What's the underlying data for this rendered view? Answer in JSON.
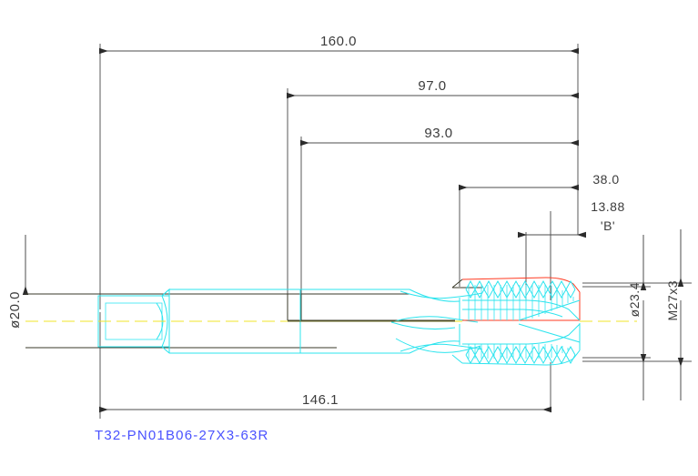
{
  "drawing": {
    "type": "cad-technical-drawing",
    "subject": "machine tap / threading tool",
    "background_color": "#ffffff",
    "part_number": "T32-PN01B06-27X3-63R",
    "part_number_color": "#4a52ff",
    "geometry_colors": {
      "body": "#2ce4ee",
      "chamfer_highlight": "#ff3b22",
      "centerline": "#f2e42a",
      "centerline_shank": "#6b6b25",
      "dimension_lines": "#4d4d4d",
      "dimension_text": "#3c3c3c"
    },
    "dimensions": {
      "overall_length": {
        "label": "160.0",
        "orientation": "horizontal",
        "position": "top"
      },
      "shank_to_tip": {
        "label": "97.0",
        "orientation": "horizontal",
        "position": "top"
      },
      "thread_start_to_tip": {
        "label": "93.0",
        "orientation": "horizontal",
        "position": "top"
      },
      "thread_length": {
        "label": "38.0",
        "orientation": "horizontal",
        "position": "upper-right"
      },
      "chamfer_lead": {
        "label": "13.88",
        "orientation": "horizontal",
        "position": "upper-right"
      },
      "chamfer_note": {
        "label": "'B'",
        "orientation": "horizontal",
        "position": "upper-right"
      },
      "shank_diameter": {
        "label": "ø20.0",
        "orientation": "vertical",
        "position": "left"
      },
      "core_diameter": {
        "label": "ø23.4",
        "orientation": "vertical",
        "position": "right"
      },
      "thread_spec": {
        "label": "M27x3",
        "orientation": "vertical",
        "position": "far-right"
      },
      "body_length": {
        "label": "146.1",
        "orientation": "horizontal",
        "position": "bottom"
      }
    }
  }
}
